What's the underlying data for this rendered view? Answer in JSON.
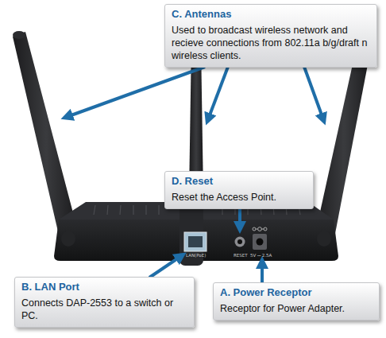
{
  "diagram": {
    "nodes": [
      {
        "text": [
          "C. Antennas",
          "Used to broadcast wireless network and recieve connections from 802.11a b/g/draft n wireless clients."
        ]
      },
      {
        "text": [
          "D. Reset",
          "Reset the Access Point."
        ]
      },
      {
        "text": [
          "B. LAN Port",
          "Connects DAP-2553 to a switch or PC."
        ]
      },
      {
        "text": [
          "A. Power Receptor",
          "Receptor for Power Adapter."
        ]
      }
    ],
    "labels": [
      "LAN(PoE)",
      "RESET",
      "5V ⎓ 2.5A"
    ]
  }
}
